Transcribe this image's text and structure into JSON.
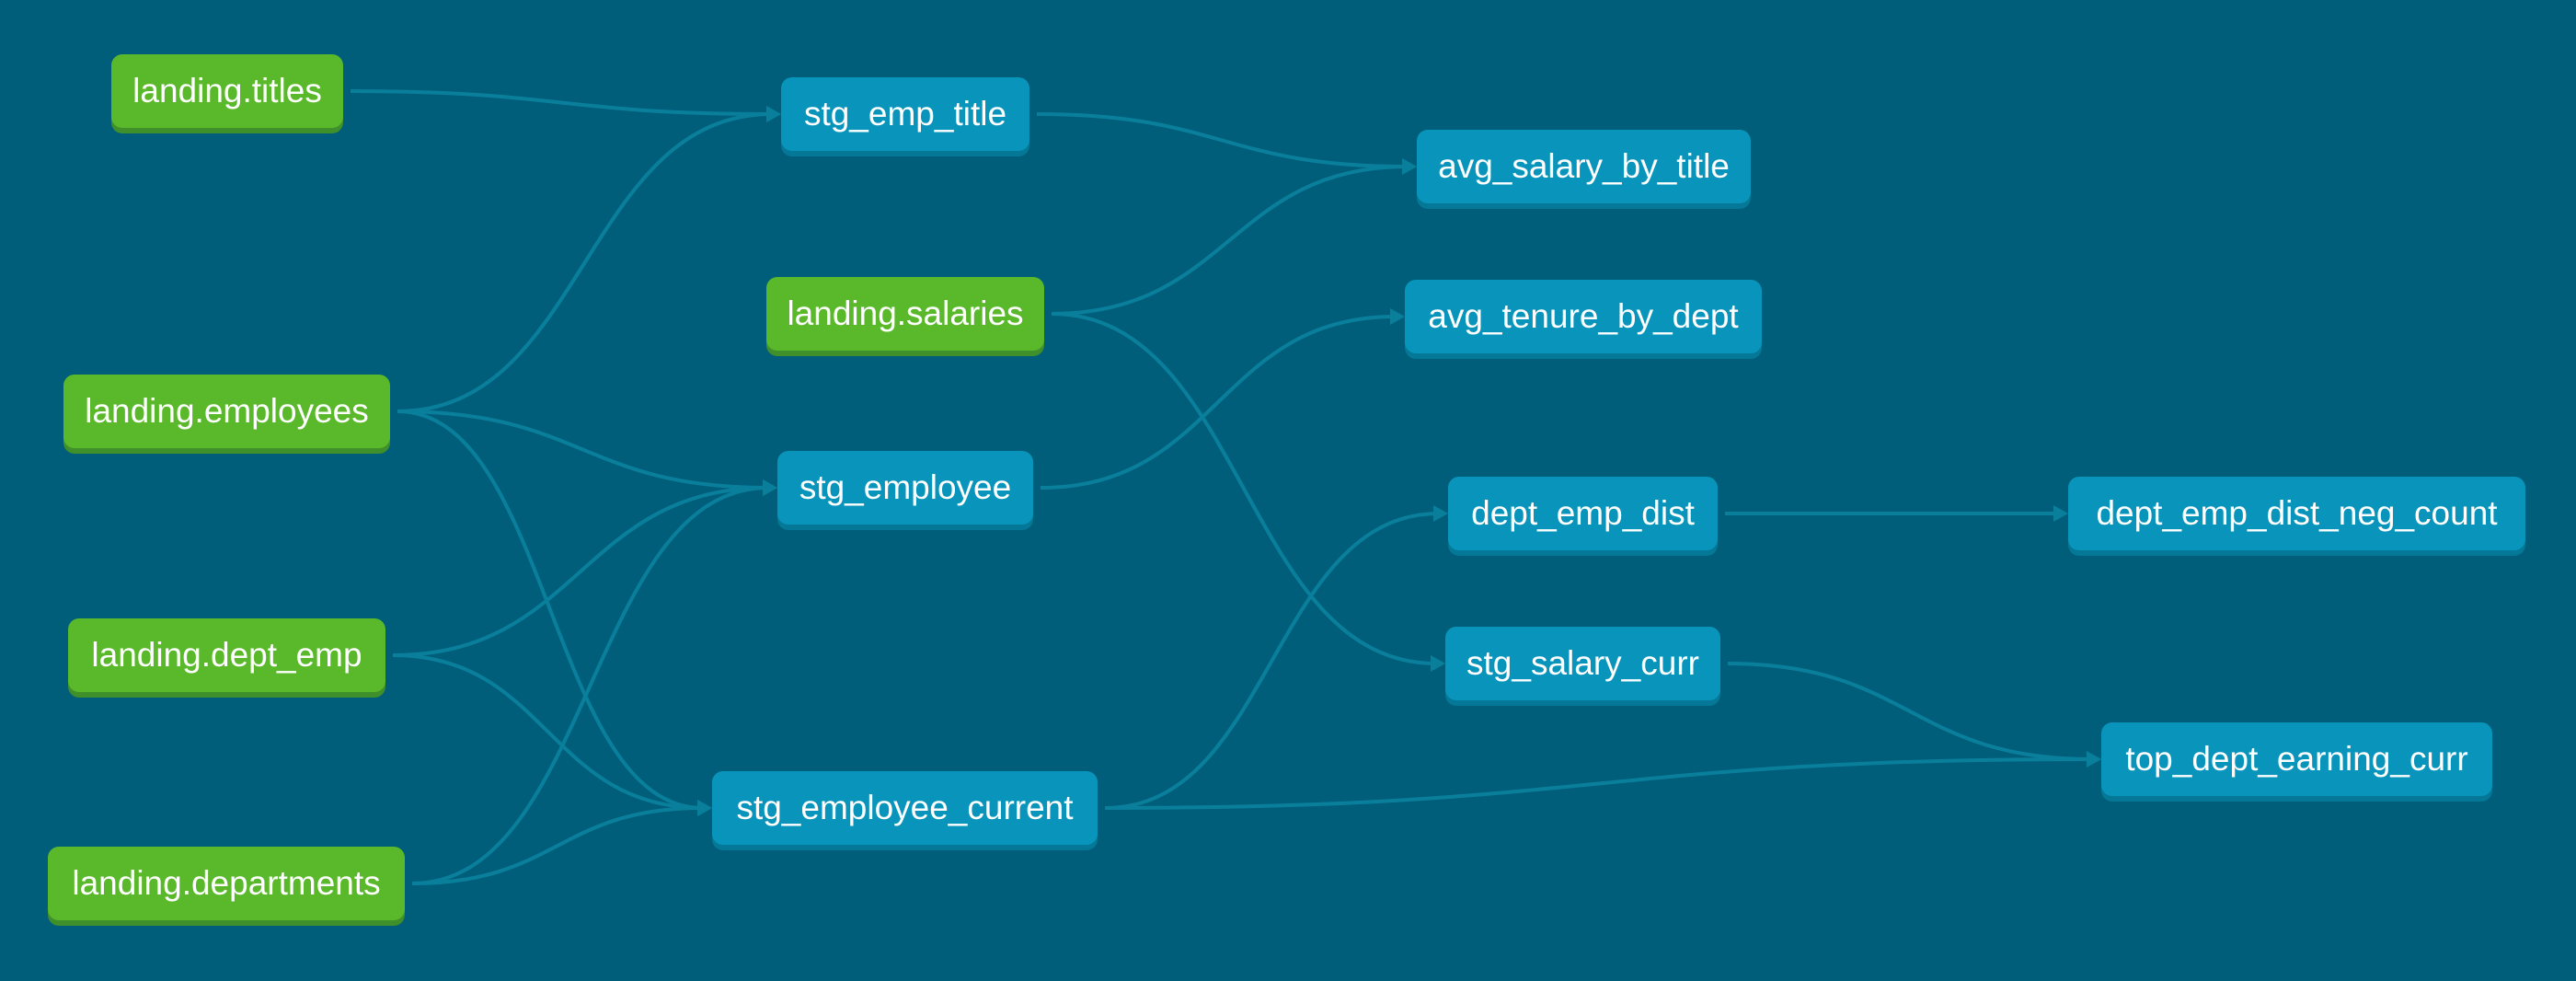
{
  "graph": {
    "nodes": [
      {
        "id": "landing_titles",
        "label": "landing.titles",
        "kind": "source"
      },
      {
        "id": "landing_employees",
        "label": "landing.employees",
        "kind": "source"
      },
      {
        "id": "landing_dept_emp",
        "label": "landing.dept_emp",
        "kind": "source"
      },
      {
        "id": "landing_departments",
        "label": "landing.departments",
        "kind": "source"
      },
      {
        "id": "landing_salaries",
        "label": "landing.salaries",
        "kind": "source"
      },
      {
        "id": "stg_emp_title",
        "label": "stg_emp_title",
        "kind": "model"
      },
      {
        "id": "stg_employee",
        "label": "stg_employee",
        "kind": "model"
      },
      {
        "id": "stg_employee_current",
        "label": "stg_employee_current",
        "kind": "model"
      },
      {
        "id": "avg_salary_by_title",
        "label": "avg_salary_by_title",
        "kind": "model"
      },
      {
        "id": "avg_tenure_by_dept",
        "label": "avg_tenure_by_dept",
        "kind": "model"
      },
      {
        "id": "dept_emp_dist",
        "label": "dept_emp_dist",
        "kind": "model"
      },
      {
        "id": "stg_salary_curr",
        "label": "stg_salary_curr",
        "kind": "model"
      },
      {
        "id": "dept_emp_dist_neg_count",
        "label": "dept_emp_dist_neg_count",
        "kind": "model"
      },
      {
        "id": "top_dept_earning_curr",
        "label": "top_dept_earning_curr",
        "kind": "model"
      }
    ],
    "edges": [
      {
        "from": "landing_titles",
        "to": "stg_emp_title"
      },
      {
        "from": "landing_employees",
        "to": "stg_emp_title"
      },
      {
        "from": "landing_employees",
        "to": "stg_employee"
      },
      {
        "from": "landing_employees",
        "to": "stg_employee_current"
      },
      {
        "from": "landing_dept_emp",
        "to": "stg_employee"
      },
      {
        "from": "landing_dept_emp",
        "to": "stg_employee_current"
      },
      {
        "from": "landing_departments",
        "to": "stg_employee"
      },
      {
        "from": "landing_departments",
        "to": "stg_employee_current"
      },
      {
        "from": "stg_emp_title",
        "to": "avg_salary_by_title"
      },
      {
        "from": "landing_salaries",
        "to": "avg_salary_by_title"
      },
      {
        "from": "landing_salaries",
        "to": "stg_salary_curr"
      },
      {
        "from": "stg_employee",
        "to": "avg_tenure_by_dept"
      },
      {
        "from": "stg_employee_current",
        "to": "dept_emp_dist"
      },
      {
        "from": "stg_employee_current",
        "to": "top_dept_earning_curr"
      },
      {
        "from": "stg_salary_curr",
        "to": "top_dept_earning_curr"
      },
      {
        "from": "dept_emp_dist",
        "to": "dept_emp_dist_neg_count"
      }
    ]
  },
  "colors": {
    "background": "#005e7a",
    "source_node": "#5ab92a",
    "model_node": "#0995bb",
    "edge": "#0a7f9c"
  }
}
